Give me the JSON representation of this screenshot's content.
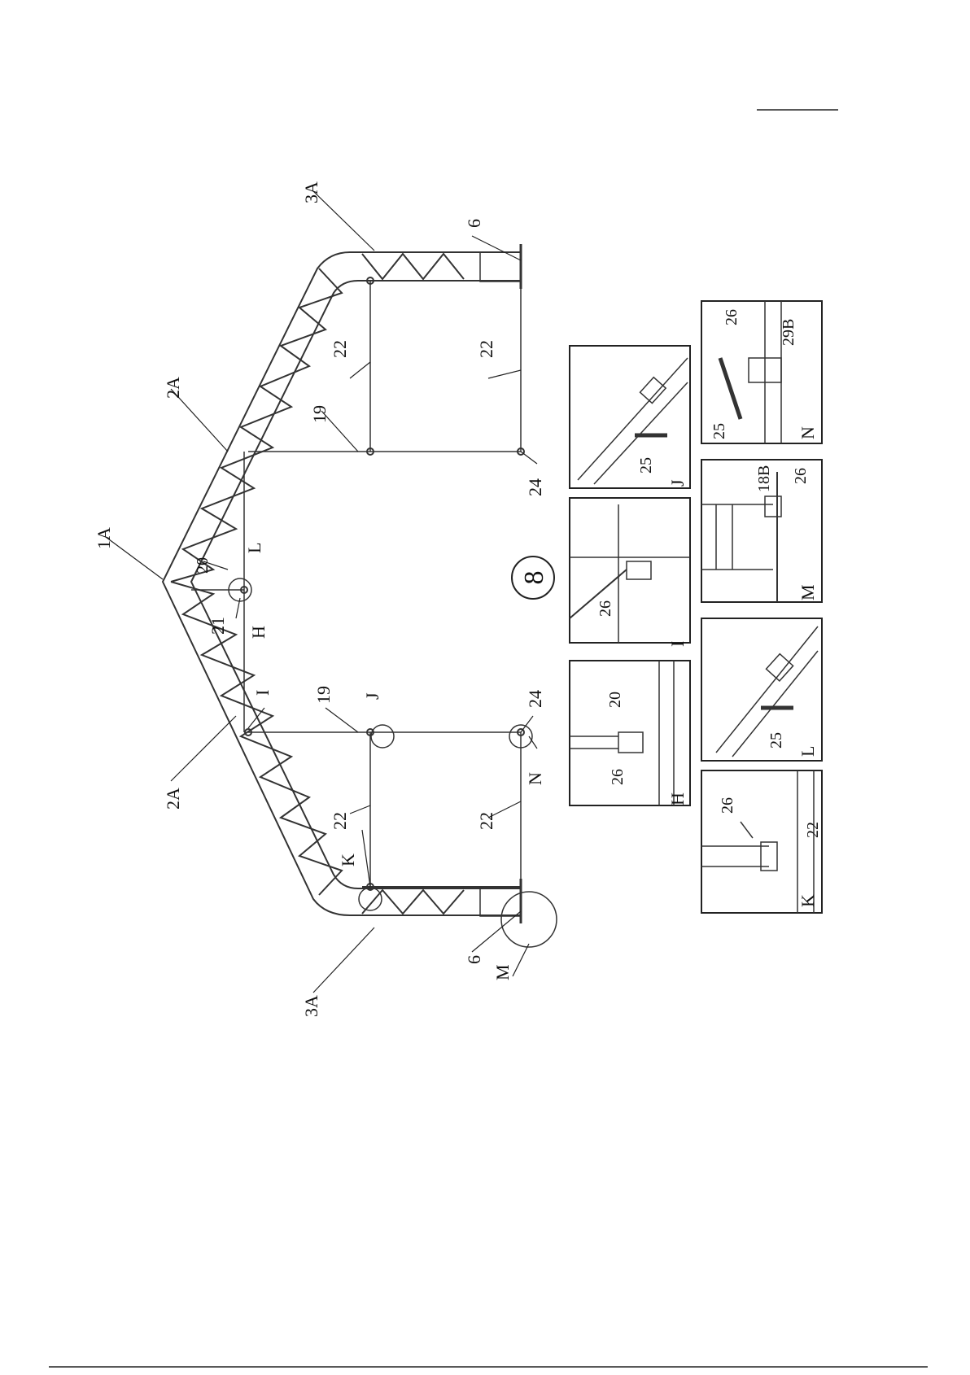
{
  "step_number": "8",
  "labels": {
    "roof_peak": "1A",
    "roof_left": "2A",
    "roof_right": "2A",
    "side_left": "3A",
    "side_right": "3A",
    "foot_left": "6",
    "foot_right": "6",
    "post_left": "19",
    "post_right": "19",
    "center_post": "20",
    "crossbar_top": "21",
    "rail_upper_left": "22",
    "rail_lower_left": "22",
    "rail_upper_right": "22",
    "rail_lower_right": "22",
    "base_left": "24",
    "base_right": "24"
  },
  "detail_refs": [
    "H",
    "I",
    "J",
    "K",
    "L",
    "M",
    "N"
  ],
  "detail_boxes": [
    {
      "letter": "H",
      "parts": [
        "20",
        "26"
      ]
    },
    {
      "letter": "I",
      "parts": [
        "26"
      ]
    },
    {
      "letter": "J",
      "parts": [
        "25"
      ]
    },
    {
      "letter": "K",
      "parts": [
        "26",
        "22"
      ]
    },
    {
      "letter": "L",
      "parts": [
        "25"
      ]
    },
    {
      "letter": "M",
      "parts": [
        "18B",
        "26"
      ]
    },
    {
      "letter": "N",
      "parts": [
        "26",
        "29B",
        "25"
      ]
    }
  ]
}
